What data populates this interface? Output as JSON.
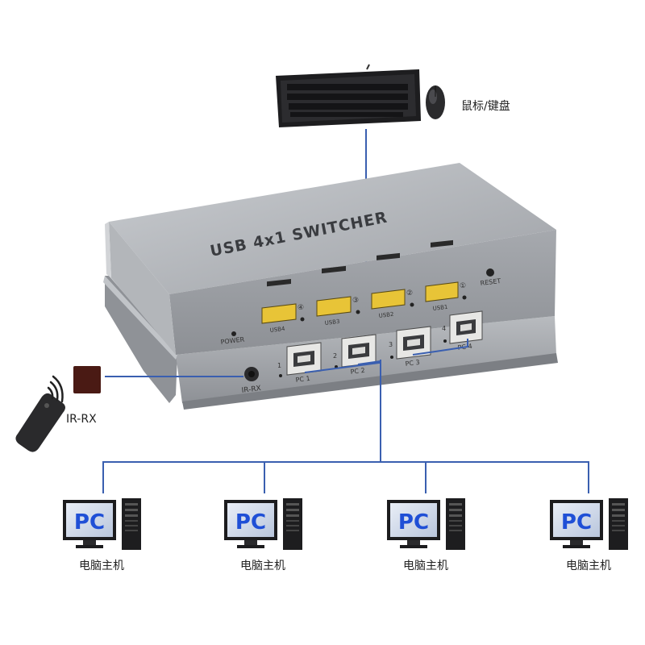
{
  "peripherals": {
    "label": "鼠标/键盘"
  },
  "device": {
    "title": "USB 4x1 SWITCHER",
    "power_label": "POWER",
    "reset_label": "RESET",
    "irrx_port_label": "IR-RX",
    "usb_ports": [
      {
        "label": "USB4",
        "num": "④"
      },
      {
        "label": "USB3",
        "num": "③"
      },
      {
        "label": "USB2",
        "num": "②"
      },
      {
        "label": "USB1",
        "num": "①"
      }
    ],
    "pc_ports": [
      {
        "num": "1",
        "label": "PC 1"
      },
      {
        "num": "2",
        "label": "PC 2"
      },
      {
        "num": "3",
        "label": "PC 3"
      },
      {
        "num": "4",
        "label": "PC 4"
      }
    ]
  },
  "remote": {
    "label": "IR-RX"
  },
  "computers": [
    {
      "screen_text": "PC",
      "label": "电脑主机"
    },
    {
      "screen_text": "PC",
      "label": "电脑主机"
    },
    {
      "screen_text": "PC",
      "label": "电脑主机"
    },
    {
      "screen_text": "PC",
      "label": "电脑主机"
    }
  ],
  "colors": {
    "wire": "#3a5fb0",
    "device_body": "#a9acb1",
    "pc_text": "#1f4fd6",
    "ir_box": "#4a1a14"
  }
}
